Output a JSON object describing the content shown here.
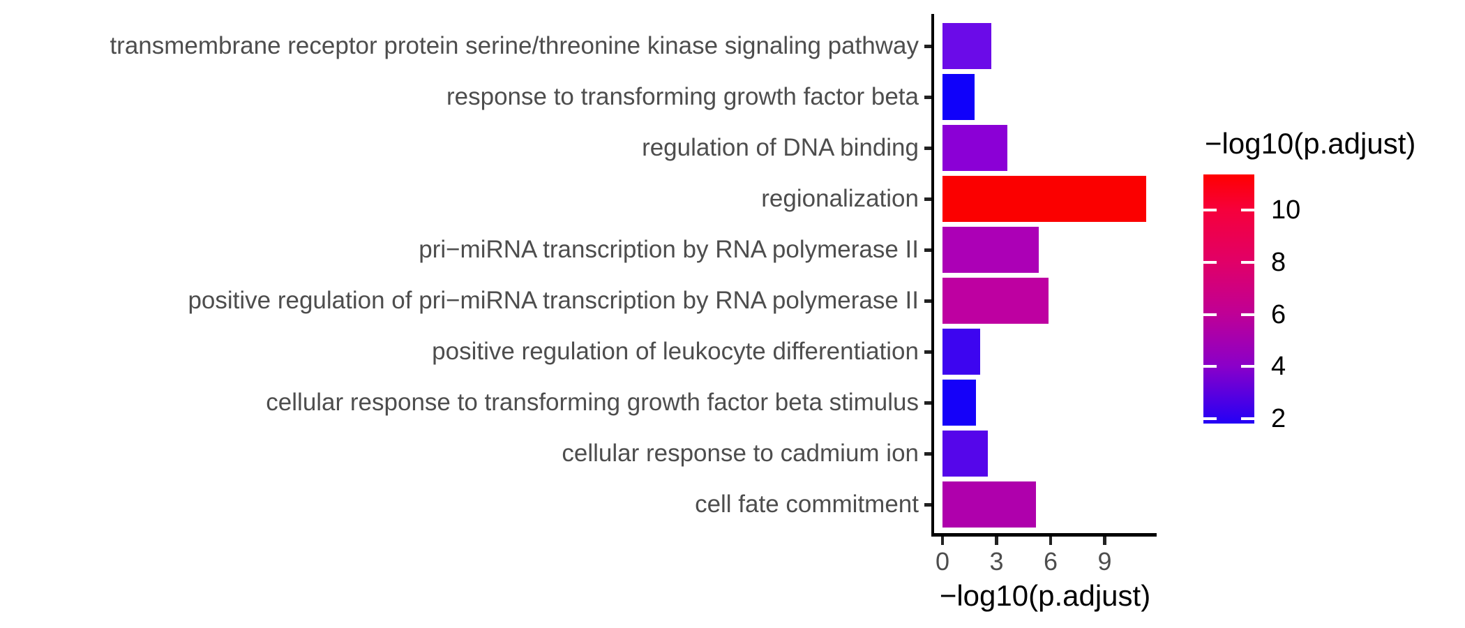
{
  "chart_data": {
    "type": "bar",
    "orientation": "horizontal",
    "title": "",
    "xlabel": "−log10(p.adjust)",
    "ylabel": "",
    "x_ticks": [
      0,
      3,
      6,
      9
    ],
    "xlim": [
      0,
      11.9
    ],
    "grid": false,
    "categories": [
      "transmembrane receptor protein serine/threonine kinase signaling pathway",
      "response to transforming growth factor beta",
      "regulation of DNA binding",
      "regionalization",
      "pri−miRNA transcription by RNA polymerase II",
      "positive regulation of pri−miRNA transcription by RNA polymerase II",
      "positive regulation of leukocyte differentiation",
      "cellular response to transforming growth factor beta stimulus",
      "cellular response to cadmium ion",
      "cell fate commitment"
    ],
    "values": [
      2.7,
      1.8,
      3.6,
      11.3,
      5.35,
      5.9,
      2.1,
      1.85,
      2.5,
      5.2
    ],
    "bar_colors": [
      "#6B0BE8",
      "#1001FA",
      "#8B00D6",
      "#FB0000",
      "#AC00B6",
      "#BE00A1",
      "#3D05F0",
      "#1501F9",
      "#5506EA",
      "#AF00AC"
    ],
    "color_scale": {
      "title": "−log10(p.adjust)",
      "ticks": [
        10,
        8,
        6,
        4,
        2
      ],
      "domain_min": 1.81,
      "domain_max": 11.37,
      "low_color": "#2300F5",
      "high_color": "#FF0000",
      "gradient_stops": [
        {
          "pos": 0,
          "color": "#FF0000"
        },
        {
          "pos": 14,
          "color": "#F6003B"
        },
        {
          "pos": 35,
          "color": "#E10067"
        },
        {
          "pos": 56,
          "color": "#BF0096"
        },
        {
          "pos": 77,
          "color": "#8A00C9"
        },
        {
          "pos": 98,
          "color": "#2D00F2"
        },
        {
          "pos": 100,
          "color": "#2300F5"
        }
      ],
      "legend_position": "right"
    },
    "style_colors": {
      "axis_text": "#4D4D4D",
      "axis_line": "#000000",
      "tick_mark": "#222222",
      "title_text": "#000000",
      "background": "#FFFFFF"
    }
  }
}
